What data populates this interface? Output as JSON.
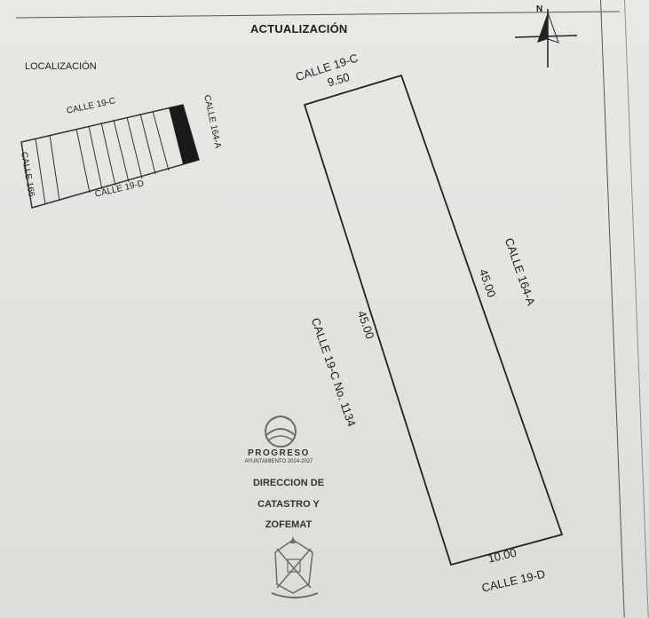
{
  "header": {
    "title": "ACTUALIZACIÓN"
  },
  "location": {
    "title": "LOCALIZACIÓN",
    "streets": {
      "top": "CALLE 19-C",
      "bottom": "CALLE 19-D",
      "left": "CALLE 166",
      "right": "CALLE 164-A"
    }
  },
  "plot": {
    "street_top": "CALLE 19-C",
    "front_top": "9.50",
    "street_right": "CALLE 164-A",
    "side_right": "45.00",
    "side_left": "45.00",
    "address": "CALLE 19-C No. 1134",
    "front_bottom": "10.00",
    "street_bottom": "CALLE 19-D"
  },
  "north_arrow": {
    "label": "N"
  },
  "stamp": {
    "brand": "PROGRESO",
    "tagline": "AYUNTAMIENTO 2024-2027",
    "line1": "DIRECCION DE",
    "line2": "CATASTRO Y",
    "line3": "ZOFEMAT"
  }
}
